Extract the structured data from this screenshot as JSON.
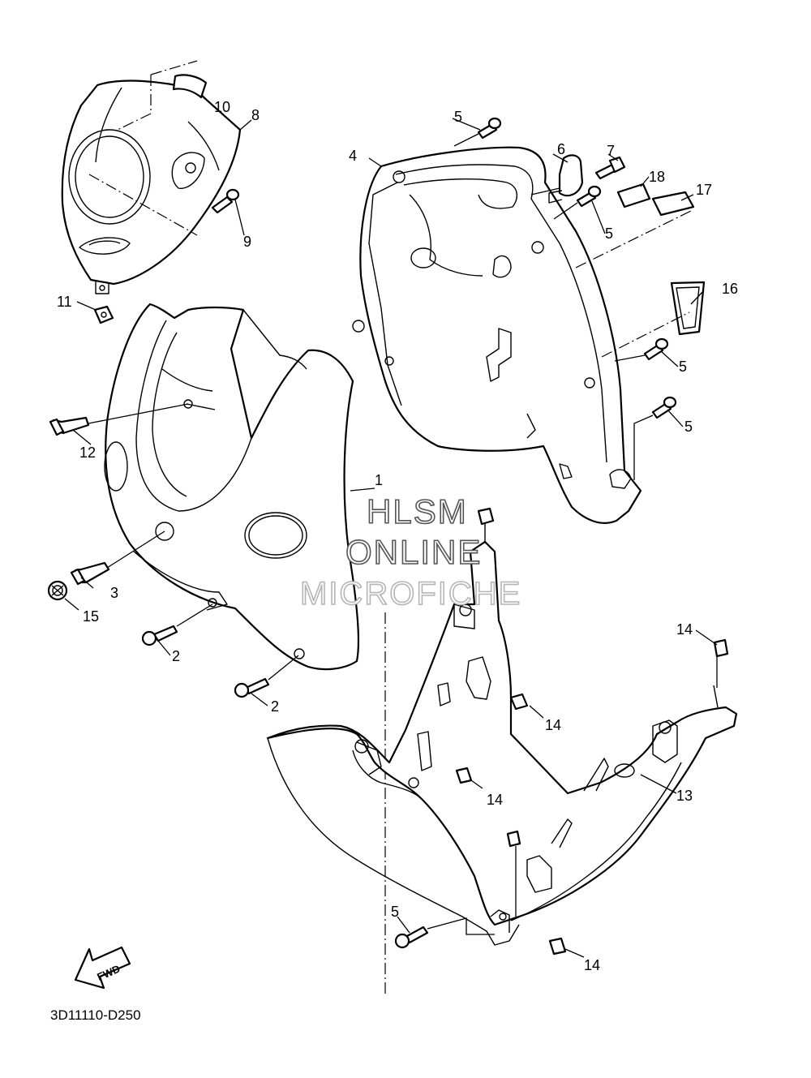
{
  "diagram": {
    "code": "3D11110-D250",
    "fwd_label": "FWD",
    "watermark": [
      "HLSM",
      "ONLINE",
      "MICROFICHE"
    ],
    "callouts": {
      "c1": "1",
      "c2a": "2",
      "c2b": "2",
      "c3": "3",
      "c4": "4",
      "c5a": "5",
      "c5b": "5",
      "c5c": "5",
      "c5d": "5",
      "c5e": "5",
      "c6": "6",
      "c7": "7",
      "c8": "8",
      "c9": "9",
      "c10": "10",
      "c11": "11",
      "c12": "12",
      "c13": "13",
      "c14a": "14",
      "c14b": "14",
      "c14c": "14",
      "c14d": "14",
      "c15": "15",
      "c16": "16",
      "c17": "17",
      "c18": "18"
    }
  }
}
